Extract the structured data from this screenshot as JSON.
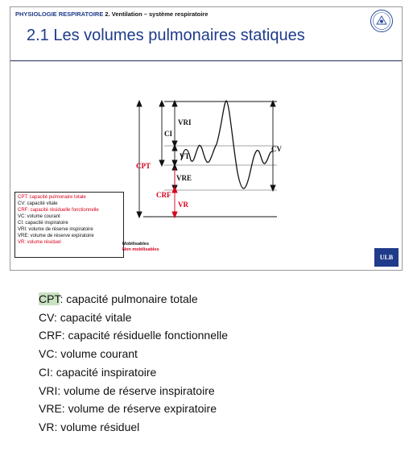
{
  "slide": {
    "breadcrumb_main": "PHYSIOLOGIE RESPIRATOIRE",
    "breadcrumb_sub": " 2. Ventilation – système respiratoire",
    "title": "2.1 Les volumes pulmonaires statiques",
    "logo_icon": "university-seal-icon",
    "ulb_label": "ULB"
  },
  "diagram": {
    "labels": {
      "vri": "VRI",
      "ci": "CI",
      "vt": "VT",
      "cpt": "CPT",
      "vre": "VRE",
      "crf": "CRF",
      "vr": "VR",
      "cv": "CV"
    },
    "legend": [
      {
        "text": "CPT: capacité pulmonaire totale",
        "color": "red"
      },
      {
        "text": "CV: capacité vitale",
        "color": "black"
      },
      {
        "text": "CRF: capacité résiduelle fonctionnelle",
        "color": "red"
      },
      {
        "text": "VC: volume courant",
        "color": "black"
      },
      {
        "text": "CI: capacité inspiratoire",
        "color": "black"
      },
      {
        "text": "VRI: volume de réserve inspiratoire",
        "color": "black"
      },
      {
        "text": "VRE: volume de réserve expiratoire",
        "color": "black"
      },
      {
        "text": "VR: volume résiduel",
        "color": "red"
      }
    ],
    "mobilisables": "Mobilisables",
    "non_mobilisables": "Non mobilisables",
    "colors": {
      "red": "#d6001c",
      "blue": "#1f3b8a"
    }
  },
  "notes": {
    "highlighted_term": "CPT",
    "first_rest": ": capacité pulmonaire totale",
    "lines": [
      "CV: capacité vitale",
      "CRF: capacité résiduelle fonctionnelle",
      "VC: volume courant",
      "CI: capacité inspiratoire",
      "VRI: volume de réserve inspiratoire",
      "VRE: volume de réserve expiratoire",
      "VR: volume résiduel"
    ]
  }
}
